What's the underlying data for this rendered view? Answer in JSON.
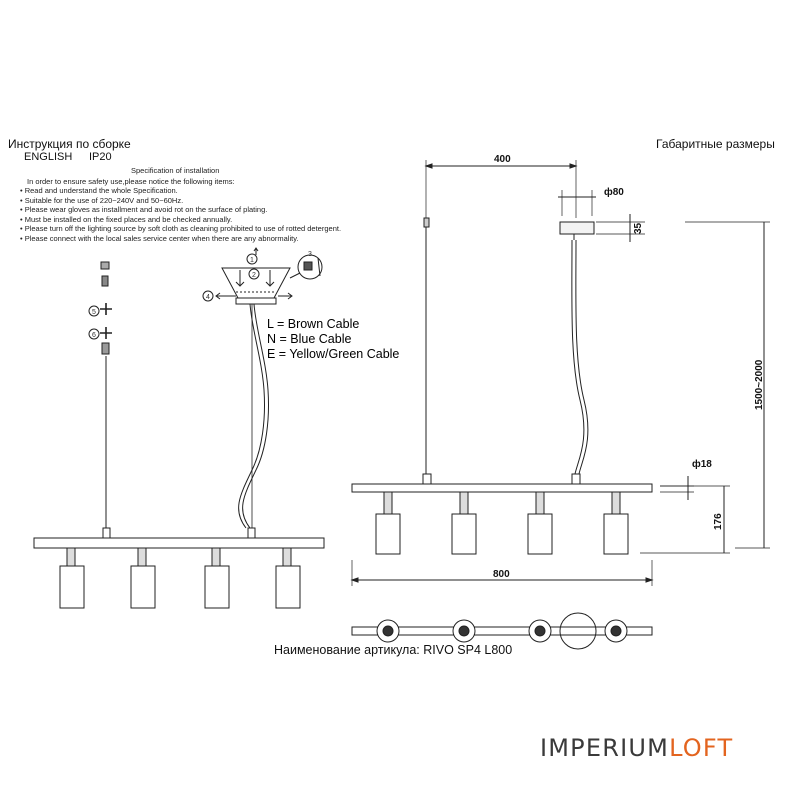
{
  "left": {
    "title": "Инструкция по сборке",
    "lang": "ENGLISH",
    "ip": "IP20",
    "spec_title": "Specification of installation",
    "spec_intro": "In order to ensure safety use,please notice the following items:",
    "spec_items": [
      "Read and understand the whole Specification.",
      "Suitable for the use of 220~240V and 50~60Hz.",
      "Please wear gloves as installment and avoid rot on the surface of plating.",
      "Must be installed on the fixed places and be checked annually.",
      "Please turn off the lighting source by soft cloth as cleaning prohibited to use of rotted detergent.",
      "Please connect with the local sales service center when there are any abnormality."
    ],
    "step_numbers": [
      "1",
      "2",
      "3",
      "4",
      "5",
      "6"
    ],
    "cables": [
      "L = Brown Cable",
      "N = Blue Cable",
      "E = Yellow/Green Cable"
    ]
  },
  "right": {
    "title": "Габаритные размеры",
    "dims": {
      "offset": "400",
      "canopy_diameter": "ф80",
      "canopy_height": "35",
      "hang_length": "1500~2000",
      "bar_diameter": "ф18",
      "shade_height": "176",
      "bar_length": "800"
    }
  },
  "article": "Наименование артикула: RIVO SP4 L800",
  "brand": {
    "part1": "IMPERIUM",
    "part2": "LOFT"
  },
  "colors": {
    "brand_gray": "#3a3a3a",
    "brand_orange": "#e3641f",
    "line": "#222222"
  }
}
